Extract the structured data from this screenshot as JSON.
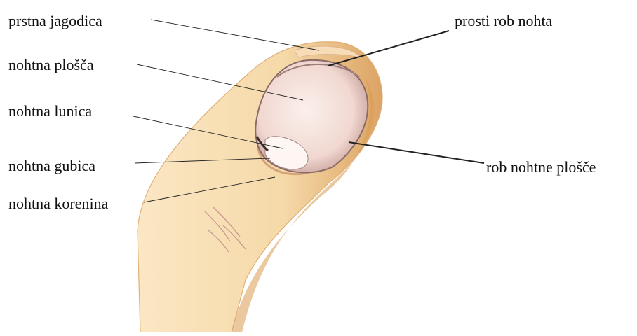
{
  "labels": {
    "finger_pad": "prstna jagodica",
    "nail_plate": "nohtna plošča",
    "lunula": "nohtna lunica",
    "nail_fold": "nohtna gubica",
    "nail_root": "nohtna korenina",
    "free_edge": "prosti rob nohta",
    "nail_plate_edge": "rob nohtne plošče"
  },
  "colors": {
    "skin": "#f5d9a8",
    "skin_shadow": "#d9a05a",
    "nail": "#f3dcd6",
    "nail_edge": "#8a6a66",
    "leader_line": "#222222"
  }
}
